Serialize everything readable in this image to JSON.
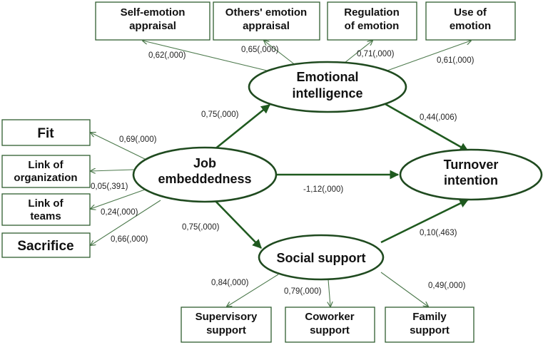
{
  "latent": {
    "emotional_intelligence": [
      "Emotional",
      "intelligence"
    ],
    "job_embeddedness": [
      "Job",
      "embeddedness"
    ],
    "turnover_intention": [
      "Turnover",
      "intention"
    ],
    "social_support": [
      "Social support"
    ]
  },
  "indicators": {
    "self_emotion_appraisal": [
      "Self-emotion",
      "appraisal"
    ],
    "others_emotion_appraisal": [
      "Others' emotion",
      "appraisal"
    ],
    "regulation_of_emotion": [
      "Regulation",
      "of emotion"
    ],
    "use_of_emotion": [
      "Use of",
      "emotion"
    ],
    "fit": [
      "Fit"
    ],
    "link_of_organization": [
      "Link of",
      "organization"
    ],
    "link_of_teams": [
      "Link of",
      "teams"
    ],
    "sacrifice": [
      "Sacrifice"
    ],
    "supervisory_support": [
      "Supervisory",
      "support"
    ],
    "coworker_support": [
      "Coworker",
      "support"
    ],
    "family_support": [
      "Family",
      "support"
    ]
  },
  "coefficients": {
    "ei_self": "0,62(,000)",
    "ei_others": "0,65(,000)",
    "ei_regulation": "0,71(,000)",
    "ei_use": "0,61(,000)",
    "je_ei": "0,75(,000)",
    "ei_ti": "0,44(,006)",
    "je_fit": "0,69(,000)",
    "je_org": "0,05(,391)",
    "je_teams": "0,24(,000)",
    "je_sacrifice": "0,66(,000)",
    "je_ti": "-1,12(,000)",
    "je_ss": "0,75(,000)",
    "ss_ti": "0,10(,463)",
    "ss_supervisory": "0,84(,000)",
    "ss_coworker": "0,79(,000)",
    "ss_family": "0,49(,000)"
  }
}
